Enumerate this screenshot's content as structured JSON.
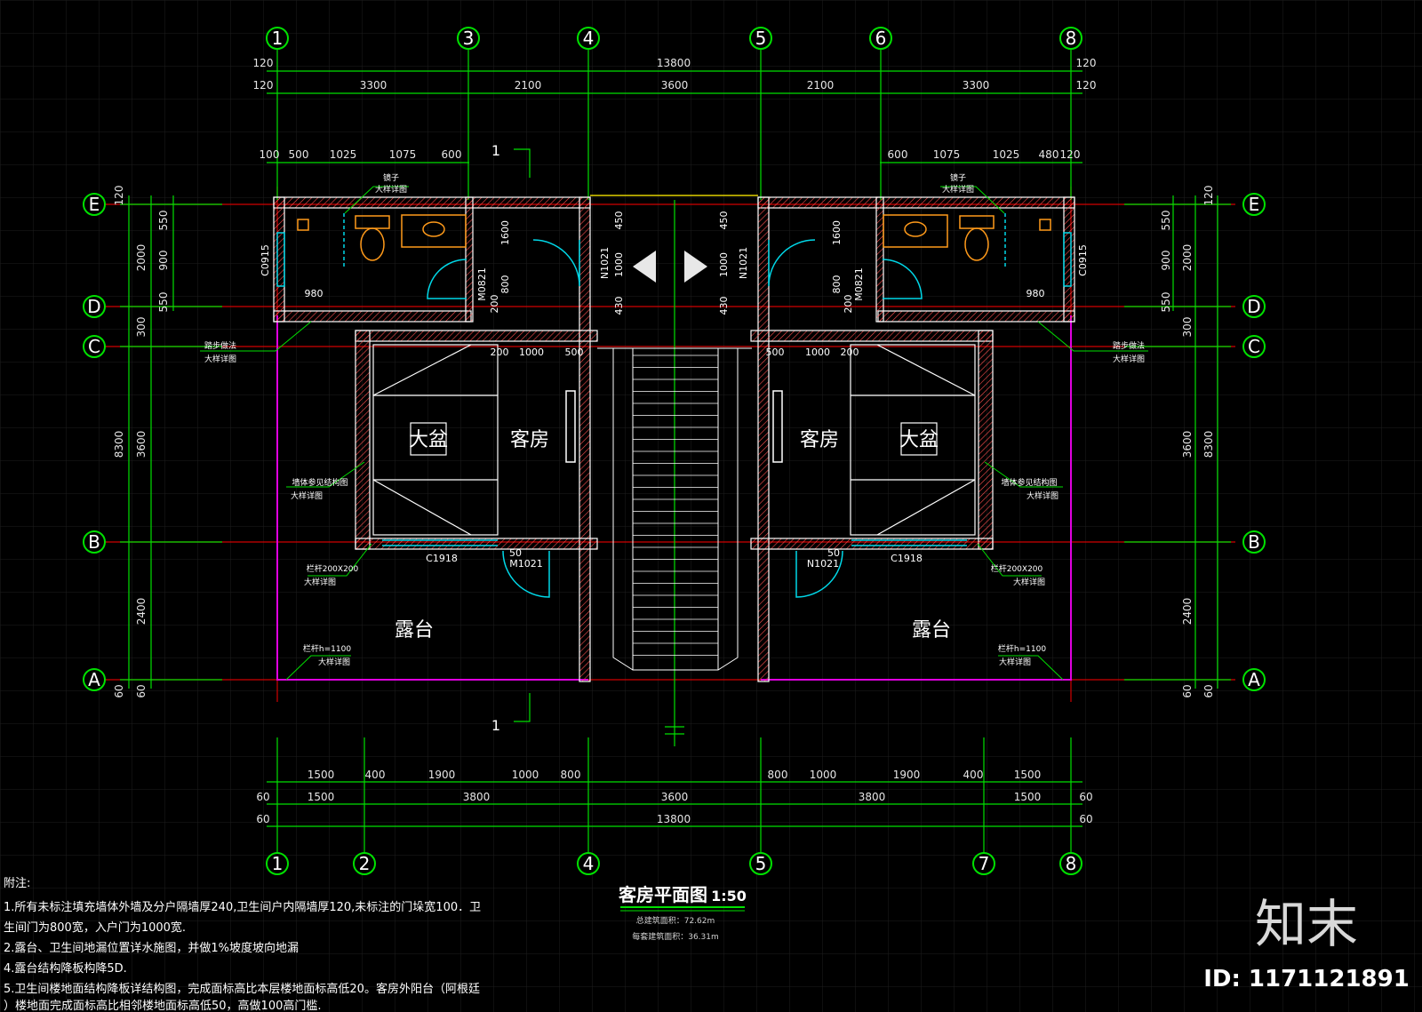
{
  "drawing": {
    "title": "客房平面图",
    "scale": "1:50",
    "area_total": "总建筑面积：72.62m",
    "area_each": "每套建筑面积：36.31m"
  },
  "axes": {
    "top": [
      "1",
      "3",
      "4",
      "5",
      "6",
      "8"
    ],
    "bottom": [
      "1",
      "2",
      "4",
      "5",
      "7",
      "8"
    ],
    "left": [
      "E",
      "D",
      "C",
      "B",
      "A"
    ],
    "right": [
      "E",
      "D",
      "C",
      "B",
      "A"
    ]
  },
  "dimensions": {
    "top_total": "13800",
    "top_edge": "120",
    "top_row2": [
      "3300",
      "2100",
      "3600",
      "2100",
      "3300"
    ],
    "top_row3_left": [
      "100",
      "500",
      "1025",
      "1075",
      "600"
    ],
    "top_row3_right": [
      "600",
      "1075",
      "1025",
      "480",
      "120"
    ],
    "bottom_row1_left": [
      "1500",
      "400",
      "1900",
      "1000",
      "800"
    ],
    "bottom_row1_right": [
      "800",
      "1000",
      "1900",
      "400",
      "1500"
    ],
    "bottom_row2": [
      "1500",
      "3800",
      "3600",
      "3800",
      "1500"
    ],
    "bottom_total": "13800",
    "bottom_edge": "60",
    "left_outer": [
      "120",
      "2000",
      "300",
      "3600",
      "2400",
      "60"
    ],
    "left_inner": [
      "550",
      "900",
      "550"
    ],
    "left_total": "8300",
    "right_total": "8300"
  },
  "rooms": {
    "guest": "客房",
    "bed": "大盆",
    "terrace": "露台"
  },
  "doors": {
    "m1021": "M1021",
    "n1021": "N1021",
    "m0821": "M0821",
    "c0915": "C0915",
    "c1918": "C1918",
    "dims": [
      "1600",
      "800",
      "200",
      "450",
      "1000",
      "430",
      "980",
      "1000",
      "200",
      "500",
      "50"
    ]
  },
  "annotations": {
    "a1": "镜子",
    "a2": "大样详图",
    "a3": "踏步做法",
    "a4": "墙体参见结构图",
    "a5": "栏杆200X200",
    "a6": "栏杆h=1100",
    "section": "1"
  },
  "notes": {
    "heading": "附注:",
    "lines": [
      "1.所有未标注填充墙体外墙及分户隔墙厚240,卫生间户内隔墙厚120,未标注的门垛宽100．卫",
      "生间门为800宽，入户门为1000宽.",
      "2.露台、卫生间地漏位置详水施图，并做1%坡度坡向地漏",
      "4.露台结构降板构降5D.",
      "5.卫生间楼地面结构降板详结构图，完成面标高比本层楼地面标高低20。客房外阳台（阿根廷",
      "）楼地面完成面标高比相邻楼地面标高低50，高做100高门槛."
    ]
  },
  "watermark": {
    "logo": "知末",
    "id": "ID: 1171121891"
  },
  "colors": {
    "grid": "#1c1c1c",
    "dimension": "#00e000",
    "axis_red": "#e00000",
    "wall": "#ffffff",
    "hatch": "#ff4d4d",
    "magenta": "#e000e0",
    "cyan": "#00d8e8",
    "fixture": "#ff9a1a"
  }
}
